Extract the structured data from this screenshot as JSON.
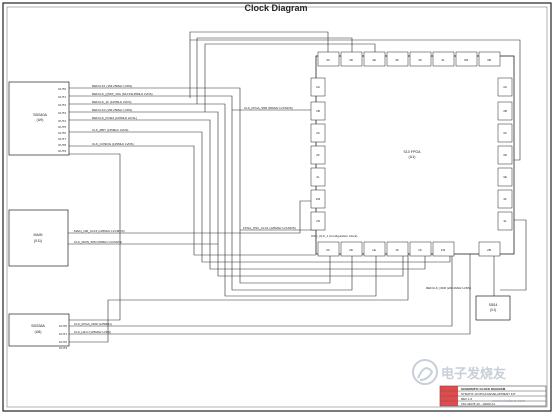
{
  "title": "Clock Diagram",
  "blocks": {
    "u9": {
      "name": "SI5340A",
      "ref": "(U9)",
      "pins": [
        "OUT0",
        "OUT1",
        "OUT2",
        "OUT3",
        "OUT4",
        "OUT5",
        "OUT6",
        "OUT7",
        "OUT8",
        "OUT9"
      ]
    },
    "main": {
      "name": "MAIN",
      "ref": "(X11)"
    },
    "u8": {
      "name": "SI5338A",
      "ref": "(U8)",
      "pins": [
        "OUT0",
        "OUT1",
        "OUT2",
        "OUT3"
      ]
    },
    "fpga": {
      "name": "S10 FPGA",
      "ref": "(U1)",
      "top_pins": [
        "4C",
        "4D",
        "4E",
        "4F",
        "4K",
        "4L",
        "4M",
        "3B"
      ],
      "left_pins": [
        "2A",
        "2B",
        "2C",
        "2F",
        "2L",
        "2M",
        "2N"
      ],
      "right_pins": [
        "3A",
        "3B",
        "3C",
        "3D",
        "3E",
        "3F",
        "3L"
      ],
      "bottom_pins": [
        "3C",
        "2D",
        "1E",
        "1F",
        "1K",
        "1M",
        "2B"
      ]
    },
    "x1": {
      "name": "SI514",
      "ref": "(X1)"
    }
  },
  "signals": [
    "REFCLK1 (156.25MHz LVDS)",
    "REFCLK_QSFP_10G (644.53125MHz LVDS)",
    "REFCLK_1F (125MHz LVDS)",
    "REFCLK4 (156.25MHz LVDS)",
    "REFCLK_PCIE4 (100MHz HCSL)",
    "CLK_ZBIT (125MHz LVDS)",
    "CLK_CONFIG (125MHz LVDS)",
    "CLK_FPGA_50M (50MHz LVCMOS)",
    "MAIN_100_CLK3 (125MHz LVCMOS)",
    "CLK_MAIN_50M (50MHz LVCMOS)",
    "FPGA_OSC_CLK1 (125MHz LVCMOS)",
    "OSC_CLK_1 (Configuration Clock)",
    "REFCLK_DDR (240.0MHz LVDS)",
    "CLK_FPGA_DDR (125MHz)",
    "CLK_HILO (125MHz LVDS)"
  ],
  "titleblock": {
    "row1": "SCHEMATIC CLOCK DIAGRAM",
    "row2": "STRATIX 10 FPGA DEVELOPMENT KIT",
    "row3": "REV 1.0",
    "docno": "150-44078-10 - 10000 A1"
  },
  "watermark": "电子发烧友",
  "watermark_url": "www.elecfans.com",
  "colors": {
    "line": "#2a2a2a",
    "border": "#1a1a1a",
    "watermark": "#c8cfd8"
  }
}
